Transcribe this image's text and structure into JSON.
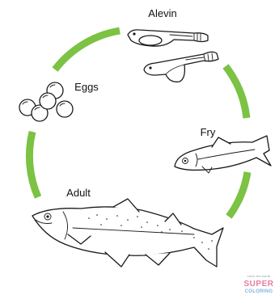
{
  "diagram": {
    "arrow_color": "#7cc243",
    "stages": [
      {
        "id": "alevin",
        "label": "Alevin"
      },
      {
        "id": "fry",
        "label": "Fry"
      },
      {
        "id": "adult",
        "label": "Adult"
      },
      {
        "id": "eggs",
        "label": "Eggs"
      }
    ]
  },
  "watermark": {
    "tagline": "color the world",
    "brand_line_1": "SUPER",
    "brand_line_2": "COLORING"
  }
}
